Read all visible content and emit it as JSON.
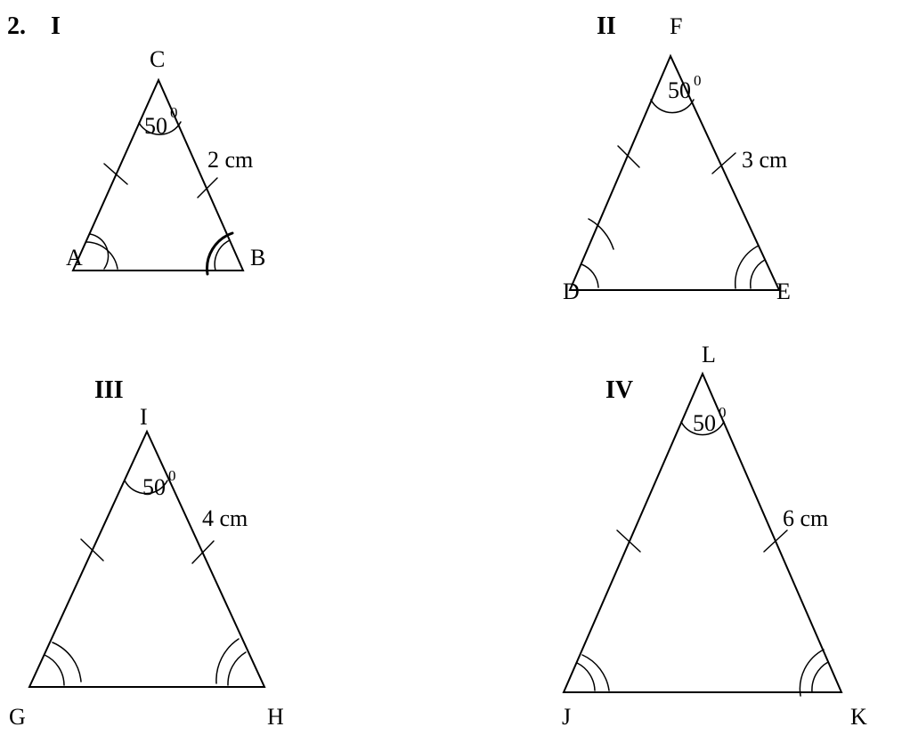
{
  "question": {
    "number": "2.",
    "figures": [
      {
        "label": "I",
        "vertices": {
          "top": "C",
          "left": "A",
          "right": "B"
        },
        "apex_angle": {
          "value": "50",
          "unit": "0"
        },
        "side_label": "2 cm"
      },
      {
        "label": "II",
        "vertices": {
          "top": "F",
          "left": "D",
          "right": "E"
        },
        "apex_angle": {
          "value": "50",
          "unit": "0"
        },
        "side_label": "3 cm"
      },
      {
        "label": "III",
        "vertices": {
          "top": "I",
          "left": "G",
          "right": "H"
        },
        "apex_angle": {
          "value": "50",
          "unit": "0"
        },
        "side_label": "4 cm"
      },
      {
        "label": "IV",
        "vertices": {
          "top": "L",
          "left": "J",
          "right": "K"
        },
        "apex_angle": {
          "value": "50",
          "unit": "0"
        },
        "side_label": "6 cm"
      }
    ]
  }
}
